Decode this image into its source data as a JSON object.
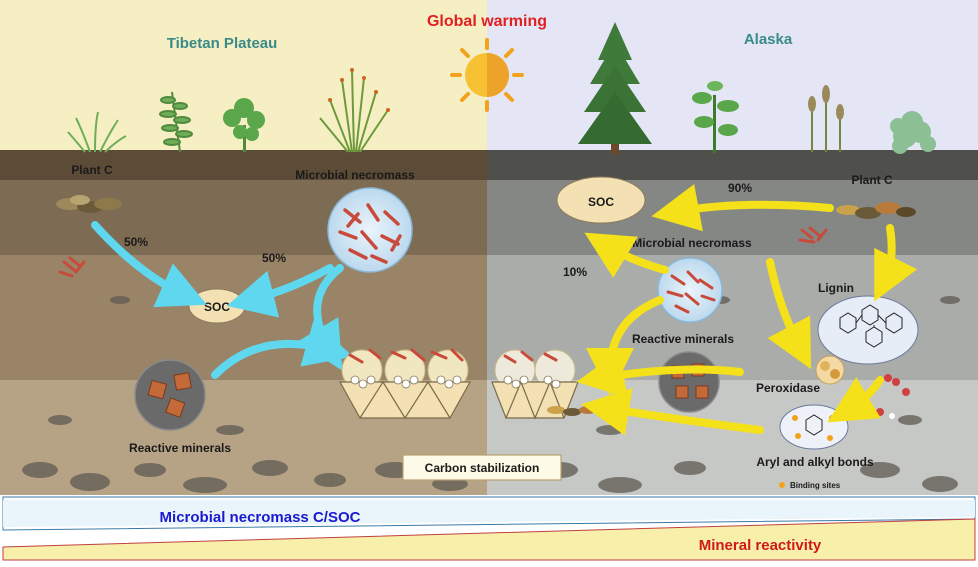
{
  "header": {
    "title": "Global warming",
    "left_region": "Tibetan Plateau",
    "right_region": "Alaska"
  },
  "left": {
    "plant_c": "Plant C",
    "microbial_necromass": "Microbial necromass",
    "pct_plant": "50%",
    "pct_necromass": "50%",
    "soc": "SOC",
    "reactive_minerals": "Reactive minerals"
  },
  "right": {
    "soc": "SOC",
    "pct_plant": "90%",
    "pct_necromass": "10%",
    "plant_c": "Plant C",
    "microbial_necromass": "Microbial necromass",
    "lignin": "Lignin",
    "reactive_minerals": "Reactive minerals",
    "peroxidase": "Peroxidase",
    "aryl_alkyl": "Aryl and alkyl bonds",
    "binding_sites": "Binding sites"
  },
  "center": {
    "carbon_stabilization": "Carbon stabilization"
  },
  "gradients": {
    "necromass_label": "Microbial necromass C/SOC",
    "mineral_label": "Mineral reactivity",
    "necromass_color": "#1a1ad0",
    "mineral_color": "#d01a1a"
  },
  "colors": {
    "title": "#e02020",
    "region_label": "#3a8a8a",
    "cyan_arrow": "#5fd8ef",
    "yellow_arrow": "#f5e11a",
    "left_sky": "#f6efc4",
    "right_sky": "#e4e6f6"
  }
}
